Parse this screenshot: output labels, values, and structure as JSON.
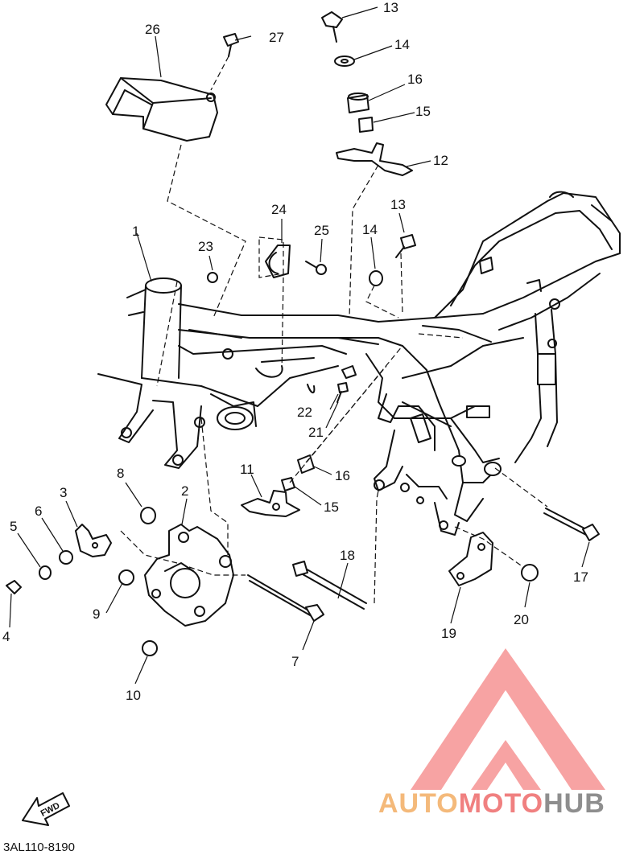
{
  "callouts": {
    "c1": "1",
    "c2": "2",
    "c3": "3",
    "c4": "4",
    "c5": "5",
    "c6": "6",
    "c7": "7",
    "c8": "8",
    "c9": "9",
    "c10": "10",
    "c11": "11",
    "c12": "12",
    "c13a": "13",
    "c13b": "13",
    "c14a": "14",
    "c14b": "14",
    "c15a": "15",
    "c15b": "15",
    "c16a": "16",
    "c16b": "16",
    "c17": "17",
    "c18": "18",
    "c19": "19",
    "c20": "20",
    "c21": "21",
    "c22": "22",
    "c23": "23",
    "c24": "24",
    "c25": "25",
    "c26": "26",
    "c27": "27"
  },
  "direction_arrow": {
    "label": "FWD"
  },
  "diagram_code": "3AL110-8190",
  "watermark": {
    "brand_part1": "AUTO",
    "brand_part2": "MOTO",
    "brand_part3": "HUB",
    "colors": {
      "red": "#f08080",
      "orange": "#f4b97a",
      "gray": "#8e8e8e"
    }
  }
}
